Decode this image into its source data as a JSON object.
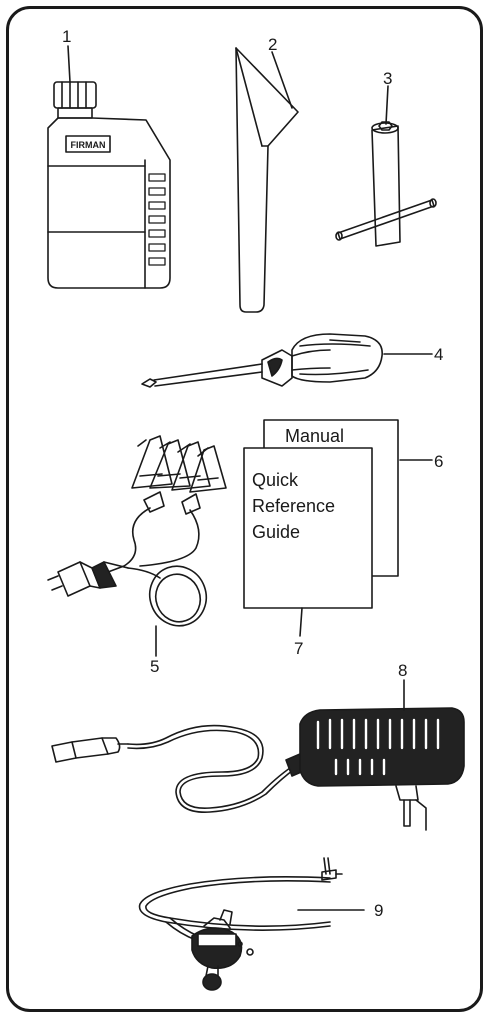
{
  "brand_label": "FIRMAN",
  "callouts": {
    "c1": "1",
    "c2": "2",
    "c3": "3",
    "c4": "4",
    "c5": "5",
    "c6": "6",
    "c7": "7",
    "c8": "8",
    "c9": "9"
  },
  "manual_title": "Manual",
  "quick_guide": {
    "line1": "Quick",
    "line2": "Reference",
    "line3": "Guide"
  },
  "colors": {
    "stroke": "#1a1a1a",
    "fill_dark": "#222222",
    "background": "#ffffff"
  }
}
